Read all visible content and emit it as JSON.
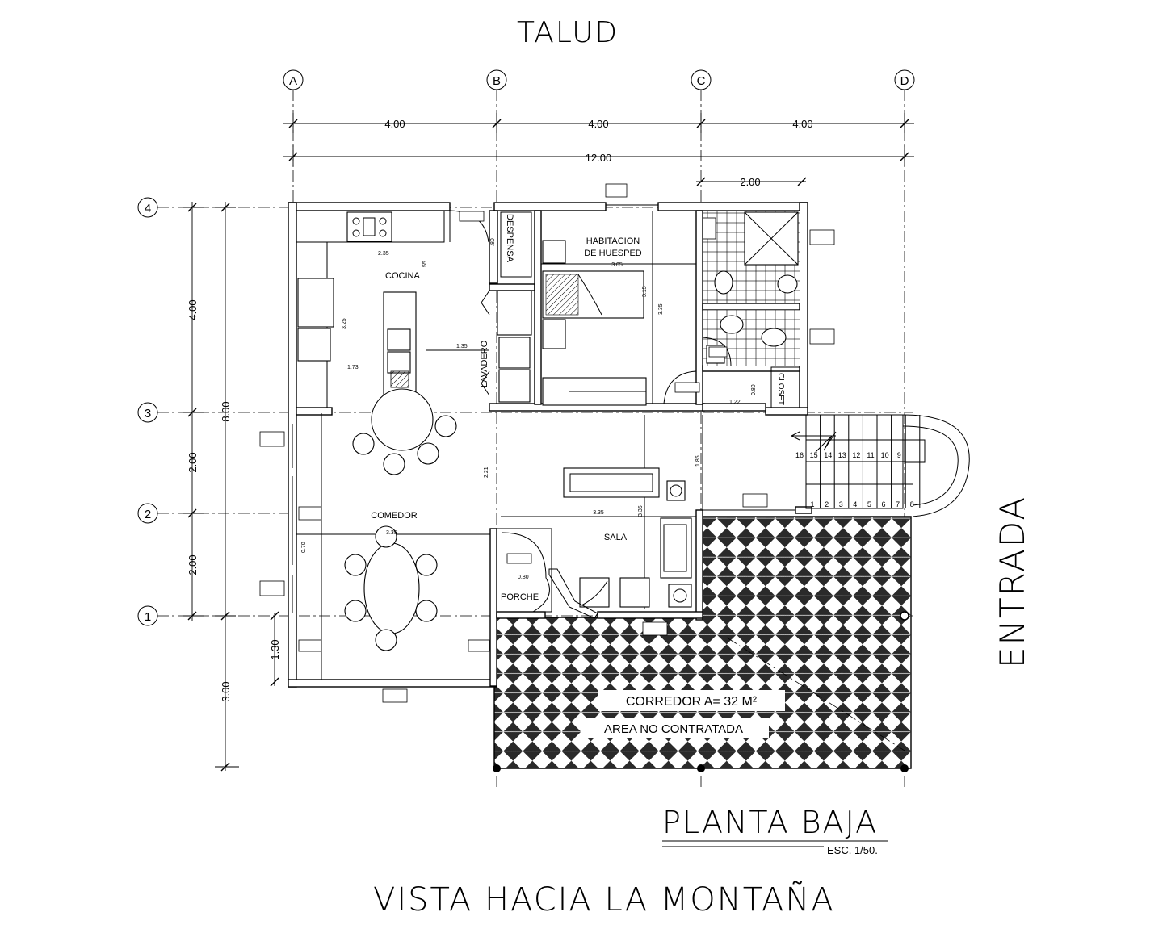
{
  "titles": {
    "top": "TALUD",
    "right": "ENTRADA",
    "plan": "PLANTA BAJA",
    "scale": "ESC. 1/50.",
    "bottom": "VISTA HACIA LA MONTAÑA"
  },
  "axes": {
    "columns": [
      "A",
      "B",
      "C",
      "D"
    ],
    "rows": [
      "4",
      "3",
      "2",
      "1"
    ]
  },
  "dimensions": {
    "top": [
      "4.00",
      "4.00",
      "4.00"
    ],
    "top_total": "12.00",
    "bath_width": "2.00",
    "left_segments": [
      "4.00",
      "2.00",
      "2.00"
    ],
    "left_total": "8.00",
    "left_extension": "3.00",
    "left_porch": "1.30"
  },
  "rooms": {
    "kitchen": "COCINA",
    "pantry": "DESPENSA",
    "laundry": "LAVADERO",
    "guest_room_line1": "HABITACION",
    "guest_room_line2": "DE HUESPED",
    "closet": "CLOSET",
    "dining": "COMEDOR",
    "living": "SALA",
    "porch": "PORCHE",
    "corridor": "CORREDOR A= 32 M²",
    "not_contracted": "AREA NO CONTRATADA"
  },
  "inner_dims": {
    "kitchen_width": "2.35",
    "kitchen_h": "3.25",
    "kitchen_island": "1.73",
    "kitchen_laundry": "1.35",
    "kitchen_top_right": ".55",
    "pantry": ".80",
    "guest_width": "3.05",
    "guest_h1": "3.15",
    "guest_h2": "3.35",
    "living_h": "2.21",
    "living_width": "3.35",
    "living_side": "3.35",
    "living_small": "1.85",
    "dining_width": "3.35",
    "dining_h": "0.70",
    "porch_h": "0.80",
    "closet_depth": "0.80",
    "closet_w": "1.22"
  },
  "stairs": {
    "upper": [
      "16",
      "15",
      "14",
      "13",
      "12",
      "11",
      "10",
      "9"
    ],
    "lower": [
      "1",
      "2",
      "3",
      "4",
      "5",
      "6",
      "7",
      "8"
    ]
  }
}
